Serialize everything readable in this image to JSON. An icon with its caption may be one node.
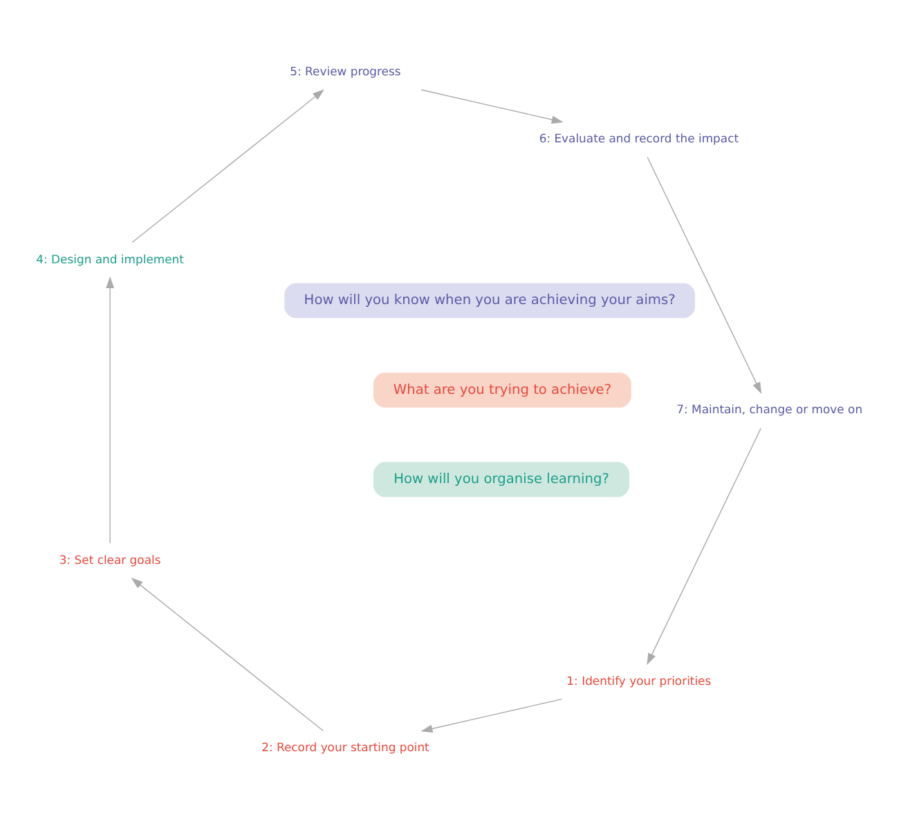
{
  "diagram": {
    "nodes": [
      {
        "text": [
          "What are you trying to achieve?"
        ]
      },
      {
        "text": [
          "How will you organise learning?"
        ]
      },
      {
        "text": [
          "How will you know when you are achieving your aims?"
        ]
      },
      {
        "text": [
          "1: Identify your priorities"
        ]
      },
      {
        "text": [
          "2: Record your starting point"
        ]
      },
      {
        "text": [
          "3: Set clear goals"
        ]
      },
      {
        "text": [
          "4: Design and implement"
        ]
      },
      {
        "text": [
          "5: Review progress"
        ]
      },
      {
        "text": [
          "6: Evaluate and record the impact"
        ]
      },
      {
        "text": [
          "7: Maintain, change or move on"
        ]
      }
    ],
    "edges": [
      {
        "from": 3,
        "to": 4,
        "arrow": "to"
      },
      {
        "from": 4,
        "to": 5,
        "arrow": "to"
      },
      {
        "from": 5,
        "to": 6,
        "arrow": "to"
      },
      {
        "from": 6,
        "to": 7,
        "arrow": "to"
      },
      {
        "from": 7,
        "to": 8,
        "arrow": "to"
      },
      {
        "from": 8,
        "to": 9,
        "arrow": "to"
      },
      {
        "from": 9,
        "to": 3,
        "arrow": "to"
      }
    ]
  }
}
